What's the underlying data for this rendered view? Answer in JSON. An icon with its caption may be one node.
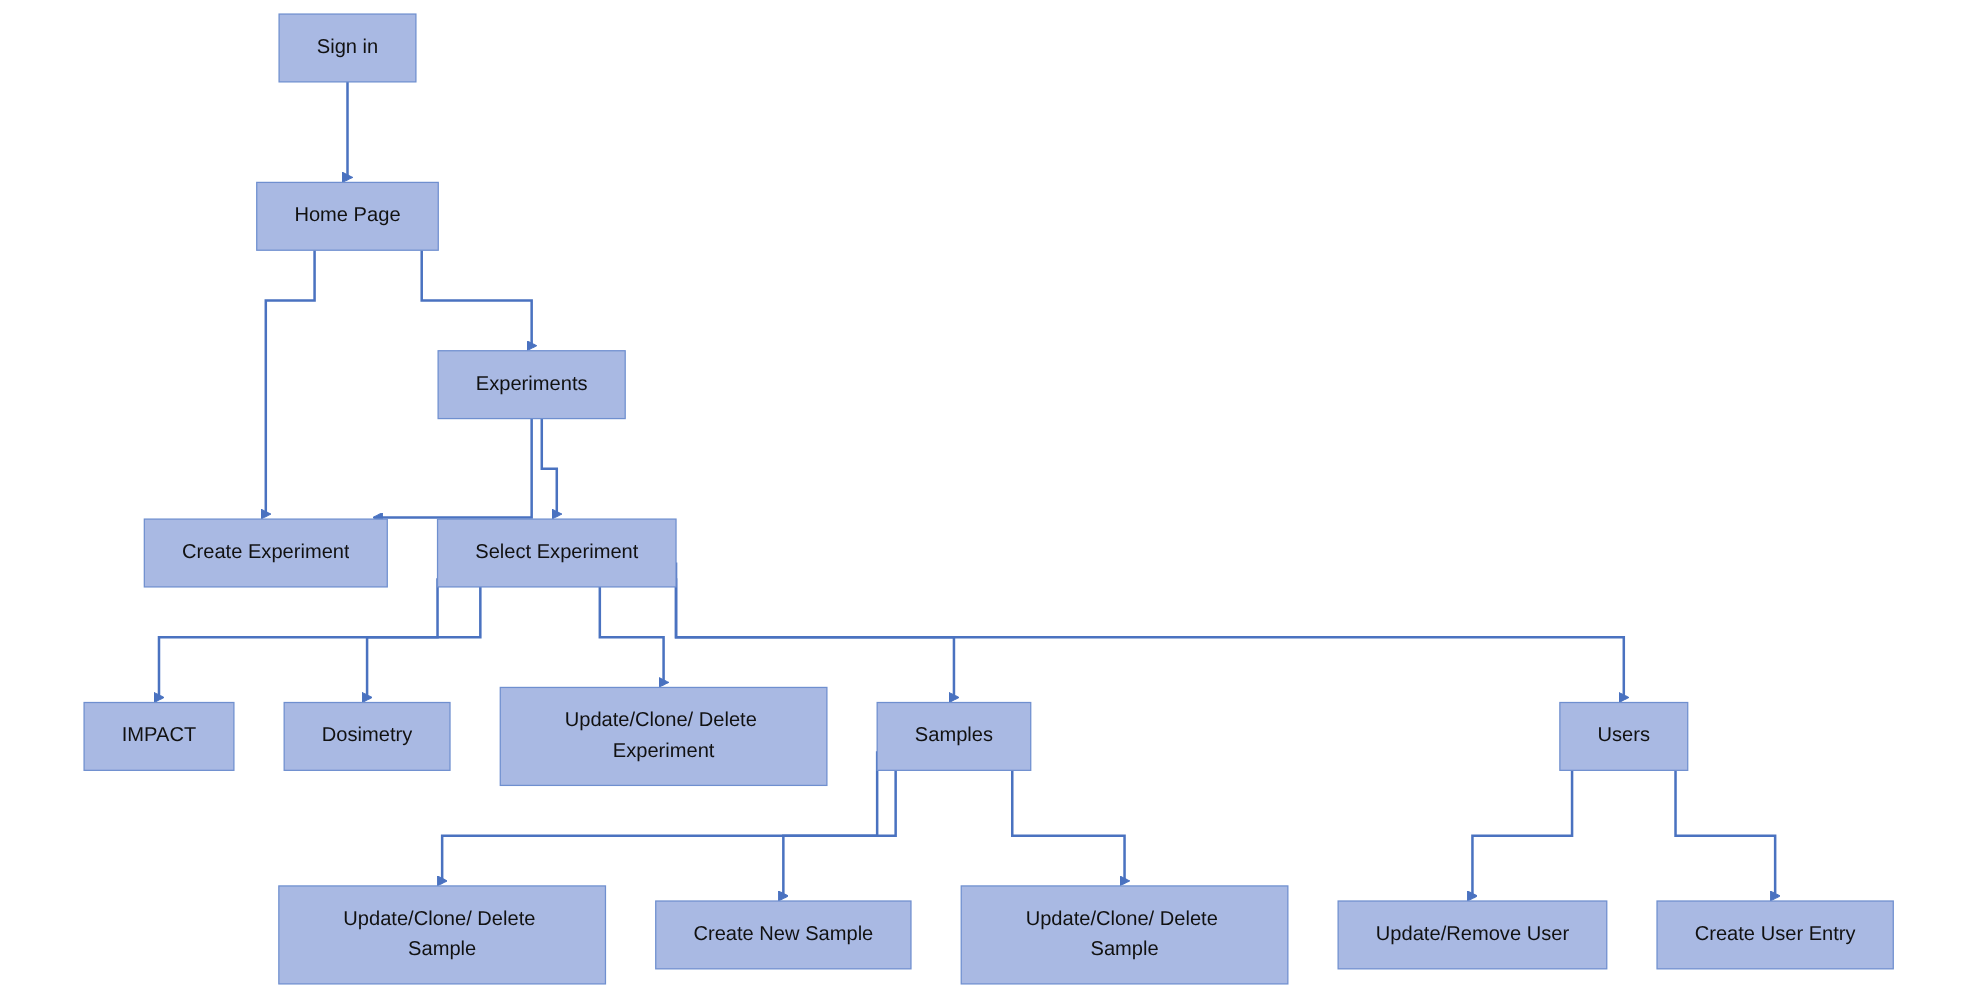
{
  "diagram": {
    "nodes": [
      {
        "text": [
          "Sign in"
        ]
      },
      {
        "text": [
          "Home Page"
        ]
      },
      {
        "text": [
          "Experiments"
        ]
      },
      {
        "text": [
          "Create Experiment"
        ]
      },
      {
        "text": [
          "IMPACT"
        ]
      },
      {
        "text": [
          "Select Experiment"
        ]
      },
      {
        "text": [
          "Dosimetry"
        ]
      },
      {
        "text": [
          "Update/Clone/ Delete Experiment"
        ]
      },
      {
        "text": [
          "Samples"
        ]
      },
      {
        "text": [
          "Users"
        ]
      },
      {
        "text": [
          "Update/Clone/ Delete Sample"
        ]
      },
      {
        "text": [
          "Create New Sample"
        ]
      },
      {
        "text": [
          "Update/Clone/ Delete Sample"
        ]
      },
      {
        "text": [
          "Update/Remove User"
        ]
      },
      {
        "text": [
          "Create User Entry"
        ]
      }
    ],
    "edges": [
      {
        "from": 0,
        "to": 1,
        "arrow": "to"
      },
      {
        "from": 1,
        "to": 2,
        "arrow": "to"
      },
      {
        "from": 1,
        "to": 3,
        "arrow": "to"
      },
      {
        "from": 2,
        "to": 3,
        "arrow": "to"
      },
      {
        "from": 2,
        "to": 5,
        "arrow": "to"
      },
      {
        "from": 5,
        "to": 4,
        "arrow": "to"
      },
      {
        "from": 5,
        "to": 6,
        "arrow": "to"
      },
      {
        "from": 5,
        "to": 7,
        "arrow": "to"
      },
      {
        "from": 5,
        "to": 8,
        "arrow": "to"
      },
      {
        "from": 5,
        "to": 9,
        "arrow": "to"
      },
      {
        "from": 8,
        "to": 10,
        "arrow": "to"
      },
      {
        "from": 8,
        "to": 11,
        "arrow": "to"
      },
      {
        "from": 8,
        "to": 12,
        "arrow": "to"
      },
      {
        "from": 9,
        "to": 13,
        "arrow": "to"
      },
      {
        "from": 9,
        "to": 14,
        "arrow": "to"
      }
    ]
  }
}
